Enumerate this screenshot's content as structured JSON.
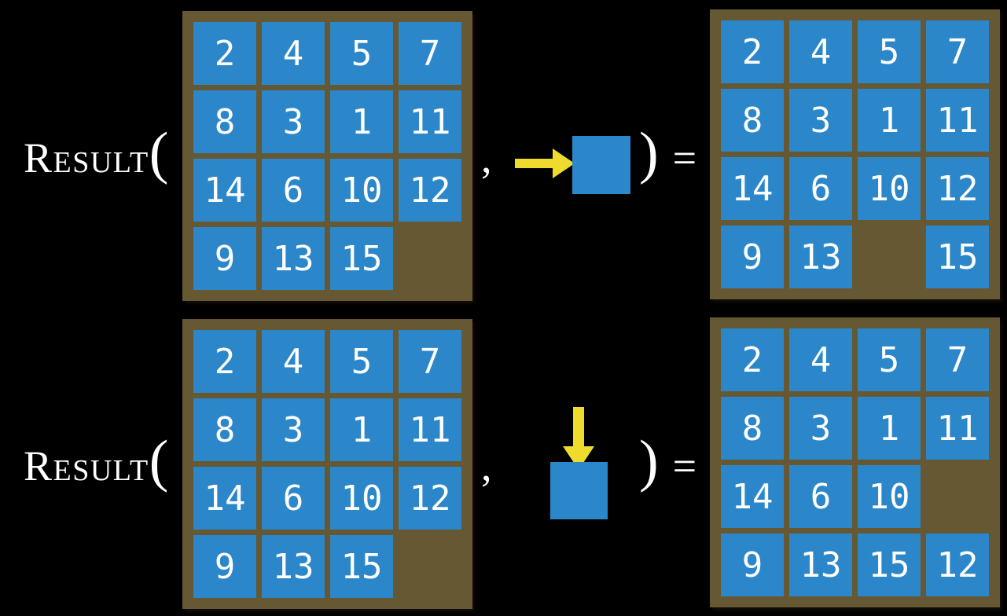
{
  "colors": {
    "background": "#000000",
    "board_frame": "#655832",
    "tile": "#2B87C9",
    "tile_text": "#FFFFFF",
    "arrow": "#EFDB2D",
    "label_text": "#FFFFFF"
  },
  "labels": {
    "function_name": "Result",
    "open_paren": "(",
    "comma": ",",
    "close_paren": ")",
    "equals": "="
  },
  "examples": [
    {
      "id": "slide-right",
      "move_icon": "arrow-right-icon",
      "input_grid": [
        [
          "2",
          "4",
          "5",
          "7"
        ],
        [
          "8",
          "3",
          "1",
          "11"
        ],
        [
          "14",
          "6",
          "10",
          "12"
        ],
        [
          "9",
          "13",
          "15",
          ""
        ]
      ],
      "output_grid": [
        [
          "2",
          "4",
          "5",
          "7"
        ],
        [
          "8",
          "3",
          "1",
          "11"
        ],
        [
          "14",
          "6",
          "10",
          "12"
        ],
        [
          "9",
          "13",
          "",
          "15"
        ]
      ]
    },
    {
      "id": "slide-down",
      "move_icon": "arrow-down-icon",
      "input_grid": [
        [
          "2",
          "4",
          "5",
          "7"
        ],
        [
          "8",
          "3",
          "1",
          "11"
        ],
        [
          "14",
          "6",
          "10",
          "12"
        ],
        [
          "9",
          "13",
          "15",
          ""
        ]
      ],
      "output_grid": [
        [
          "2",
          "4",
          "5",
          "7"
        ],
        [
          "8",
          "3",
          "1",
          "11"
        ],
        [
          "14",
          "6",
          "10",
          ""
        ],
        [
          "9",
          "13",
          "15",
          "12"
        ]
      ]
    }
  ]
}
